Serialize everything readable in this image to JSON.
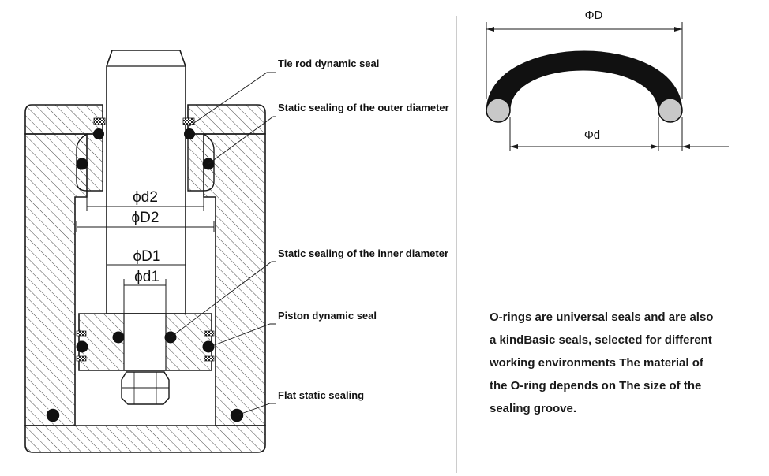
{
  "callouts": {
    "tie_rod_dynamic_seal": "Tie rod dynamic seal",
    "static_outer_diameter": "Static sealing of the outer diameter",
    "static_inner_diameter": "Static sealing of the inner diameter",
    "piston_dynamic_seal": "Piston dynamic seal",
    "flat_static_sealing": "Flat static sealing"
  },
  "dimensions": {
    "d2": "ϕd2",
    "D2": "ϕD2",
    "D1": "ϕD1",
    "d1": "ϕd1"
  },
  "oring_dimensions": {
    "outer": "ΦD",
    "inner": "Φd"
  },
  "description_lines": [
    "O-rings are universal seals and are also",
    "a kindBasic seals, selected for different",
    "working environments The material of",
    "the O-ring depends on The size of the",
    "sealing groove."
  ],
  "colors": {
    "line": "#1a1a1a",
    "oring_body": "#111111",
    "oring_section": "#c8c8c8",
    "divider": "#9a9a9a"
  }
}
